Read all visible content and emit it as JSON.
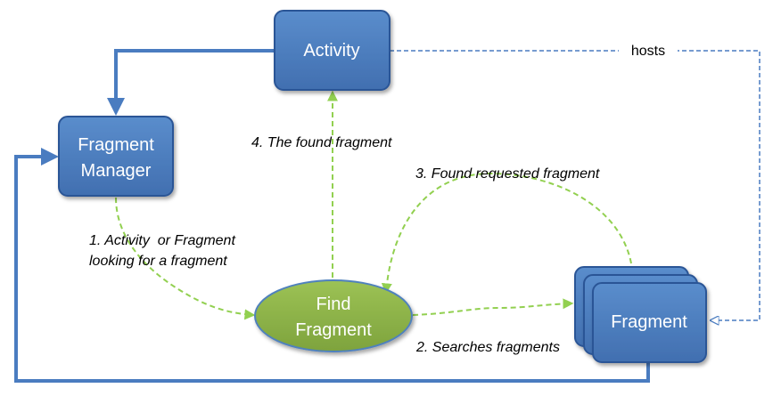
{
  "nodes": {
    "activity": {
      "label": "Activity"
    },
    "fragment_manager": {
      "label_line1": "Fragment",
      "label_line2": "Manager"
    },
    "find_fragment": {
      "label_line1": "Find",
      "label_line2": "Fragment"
    },
    "fragment": {
      "label": "Fragment"
    }
  },
  "edges": {
    "step1": {
      "label_line1": "1. Activity  or Fragment",
      "label_line2": "looking for a fragment"
    },
    "step2": {
      "label": "2. Searches fragments"
    },
    "step3": {
      "label": "3. Found requested fragment"
    },
    "step4": {
      "label": "4. The found fragment"
    },
    "hosts": {
      "label": "hosts"
    }
  },
  "colors": {
    "box_fill": "#4f81bd",
    "box_stroke": "#2c5596",
    "ellipse_fill": "#8db249",
    "ellipse_stroke": "#4f81bd",
    "solid_arrow": "#4a7cc0",
    "dashed_green": "#92d050",
    "dashed_blue": "#4a7cc0"
  }
}
